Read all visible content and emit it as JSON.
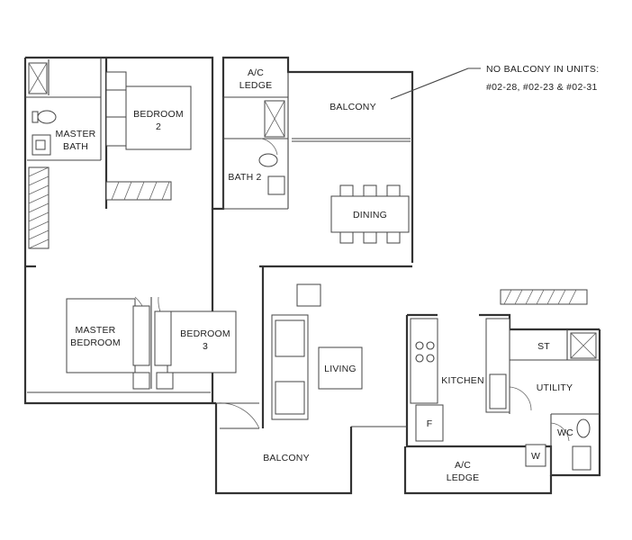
{
  "rooms": {
    "ac_ledge_top": [
      "A/C",
      "LEDGE"
    ],
    "balcony_top": "BALCONY",
    "master_bath": [
      "MASTER",
      "BATH"
    ],
    "bedroom2": [
      "BEDROOM",
      "2"
    ],
    "bath2": "BATH 2",
    "dining": "DINING",
    "master_bedroom": [
      "MASTER",
      "BEDROOM"
    ],
    "bedroom3": [
      "BEDROOM",
      "3"
    ],
    "living": "LIVING",
    "kitchen": "KITCHEN",
    "st": "ST",
    "utility": "UTILITY",
    "wc": "WC",
    "fridge": "F",
    "washer": "W",
    "balcony_bottom": "BALCONY",
    "ac_ledge_bottom": [
      "A/C",
      "LEDGE"
    ]
  },
  "note": [
    "NO BALCONY IN UNITS:",
    "#02-28, #02-23 & #02-31"
  ]
}
